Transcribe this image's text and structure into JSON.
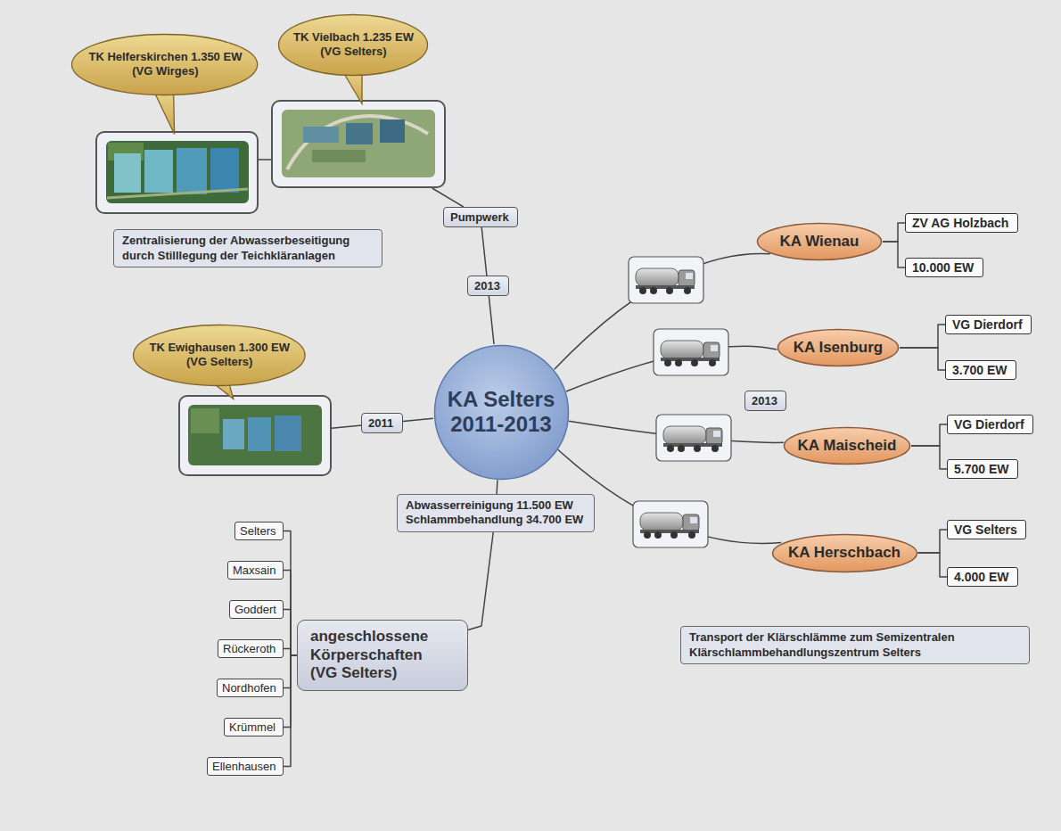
{
  "diagram": {
    "nodes": [
      {
        "text": [
          "TK Helferskirchen 1.350 EW (VG Wirges)"
        ]
      },
      {
        "text": [
          "TK Vielbach 1.235 EW (VG Selters)"
        ]
      },
      {
        "text": [
          "Pumpwerk"
        ]
      },
      {
        "text": [
          "Zentralisierung der Abwasserbeseitigung durch Stilllegung der Teichkläranlagen"
        ]
      },
      {
        "text": [
          "KA Wienau"
        ]
      },
      {
        "text": [
          "ZV AG Holzbach"
        ]
      },
      {
        "text": [
          "10.000 EW"
        ]
      },
      {
        "text": [
          "TK Ewighausen 1.300 EW (VG Selters)"
        ]
      },
      {
        "text": [
          "KA Selters 2011-2013"
        ]
      },
      {
        "text": [
          "KA Isenburg"
        ]
      },
      {
        "text": [
          "VG Dierdorf"
        ]
      },
      {
        "text": [
          "3.700 EW"
        ]
      },
      {
        "text": [
          "2013"
        ]
      },
      {
        "text": [
          "KA Maischeid"
        ]
      },
      {
        "text": [
          "VG Dierdorf"
        ]
      },
      {
        "text": [
          "5.700 EW"
        ]
      },
      {
        "text": [
          "KA Herschbach"
        ]
      },
      {
        "text": [
          "VG Selters"
        ]
      },
      {
        "text": [
          "4.000 EW"
        ]
      },
      {
        "text": [
          "angeschlossene Körperschaften (VG Selters)"
        ]
      },
      {
        "text": [
          "Selters"
        ]
      },
      {
        "text": [
          "Maxsain"
        ]
      },
      {
        "text": [
          "Goddert"
        ]
      },
      {
        "text": [
          "Rückeroth"
        ]
      },
      {
        "text": [
          "Nordhofen"
        ]
      },
      {
        "text": [
          "Krümmel"
        ]
      },
      {
        "text": [
          "Ellenhausen"
        ]
      },
      {
        "text": [
          "Transport der Klärschlämme zum Semizentralen Klärschlammbehandlungszentrum Selters"
        ]
      }
    ],
    "edges": [
      {
        "from": 8,
        "to": 2,
        "arrow": "none",
        "label": "2013"
      },
      {
        "from": 2,
        "to": 1,
        "arrow": "none"
      },
      {
        "from": 1,
        "to": 0,
        "arrow": "none"
      },
      {
        "from": 8,
        "to": 7,
        "arrow": "none",
        "label": "2011"
      },
      {
        "from": 8,
        "to": 4,
        "arrow": "none"
      },
      {
        "from": 4,
        "to": 5,
        "arrow": "none"
      },
      {
        "from": 4,
        "to": 6,
        "arrow": "none"
      },
      {
        "from": 8,
        "to": 9,
        "arrow": "none"
      },
      {
        "from": 9,
        "to": 10,
        "arrow": "none"
      },
      {
        "from": 9,
        "to": 11,
        "arrow": "none"
      },
      {
        "from": 8,
        "to": 13,
        "arrow": "none"
      },
      {
        "from": 13,
        "to": 14,
        "arrow": "none"
      },
      {
        "from": 13,
        "to": 15,
        "arrow": "none"
      },
      {
        "from": 8,
        "to": 16,
        "arrow": "none"
      },
      {
        "from": 16,
        "to": 17,
        "arrow": "none"
      },
      {
        "from": 16,
        "to": 18,
        "arrow": "none"
      },
      {
        "from": 8,
        "to": 19,
        "arrow": "none",
        "label": "Abwasserreinigung 11.500 EW Schlammbehandlung 34.700 EW"
      },
      {
        "from": 19,
        "to": 20,
        "arrow": "none"
      },
      {
        "from": 19,
        "to": 21,
        "arrow": "none"
      },
      {
        "from": 19,
        "to": 22,
        "arrow": "none"
      },
      {
        "from": 19,
        "to": 23,
        "arrow": "none"
      },
      {
        "from": 19,
        "to": 24,
        "arrow": "none"
      },
      {
        "from": 19,
        "to": 25,
        "arrow": "none"
      },
      {
        "from": 19,
        "to": 26,
        "arrow": "none"
      }
    ]
  }
}
